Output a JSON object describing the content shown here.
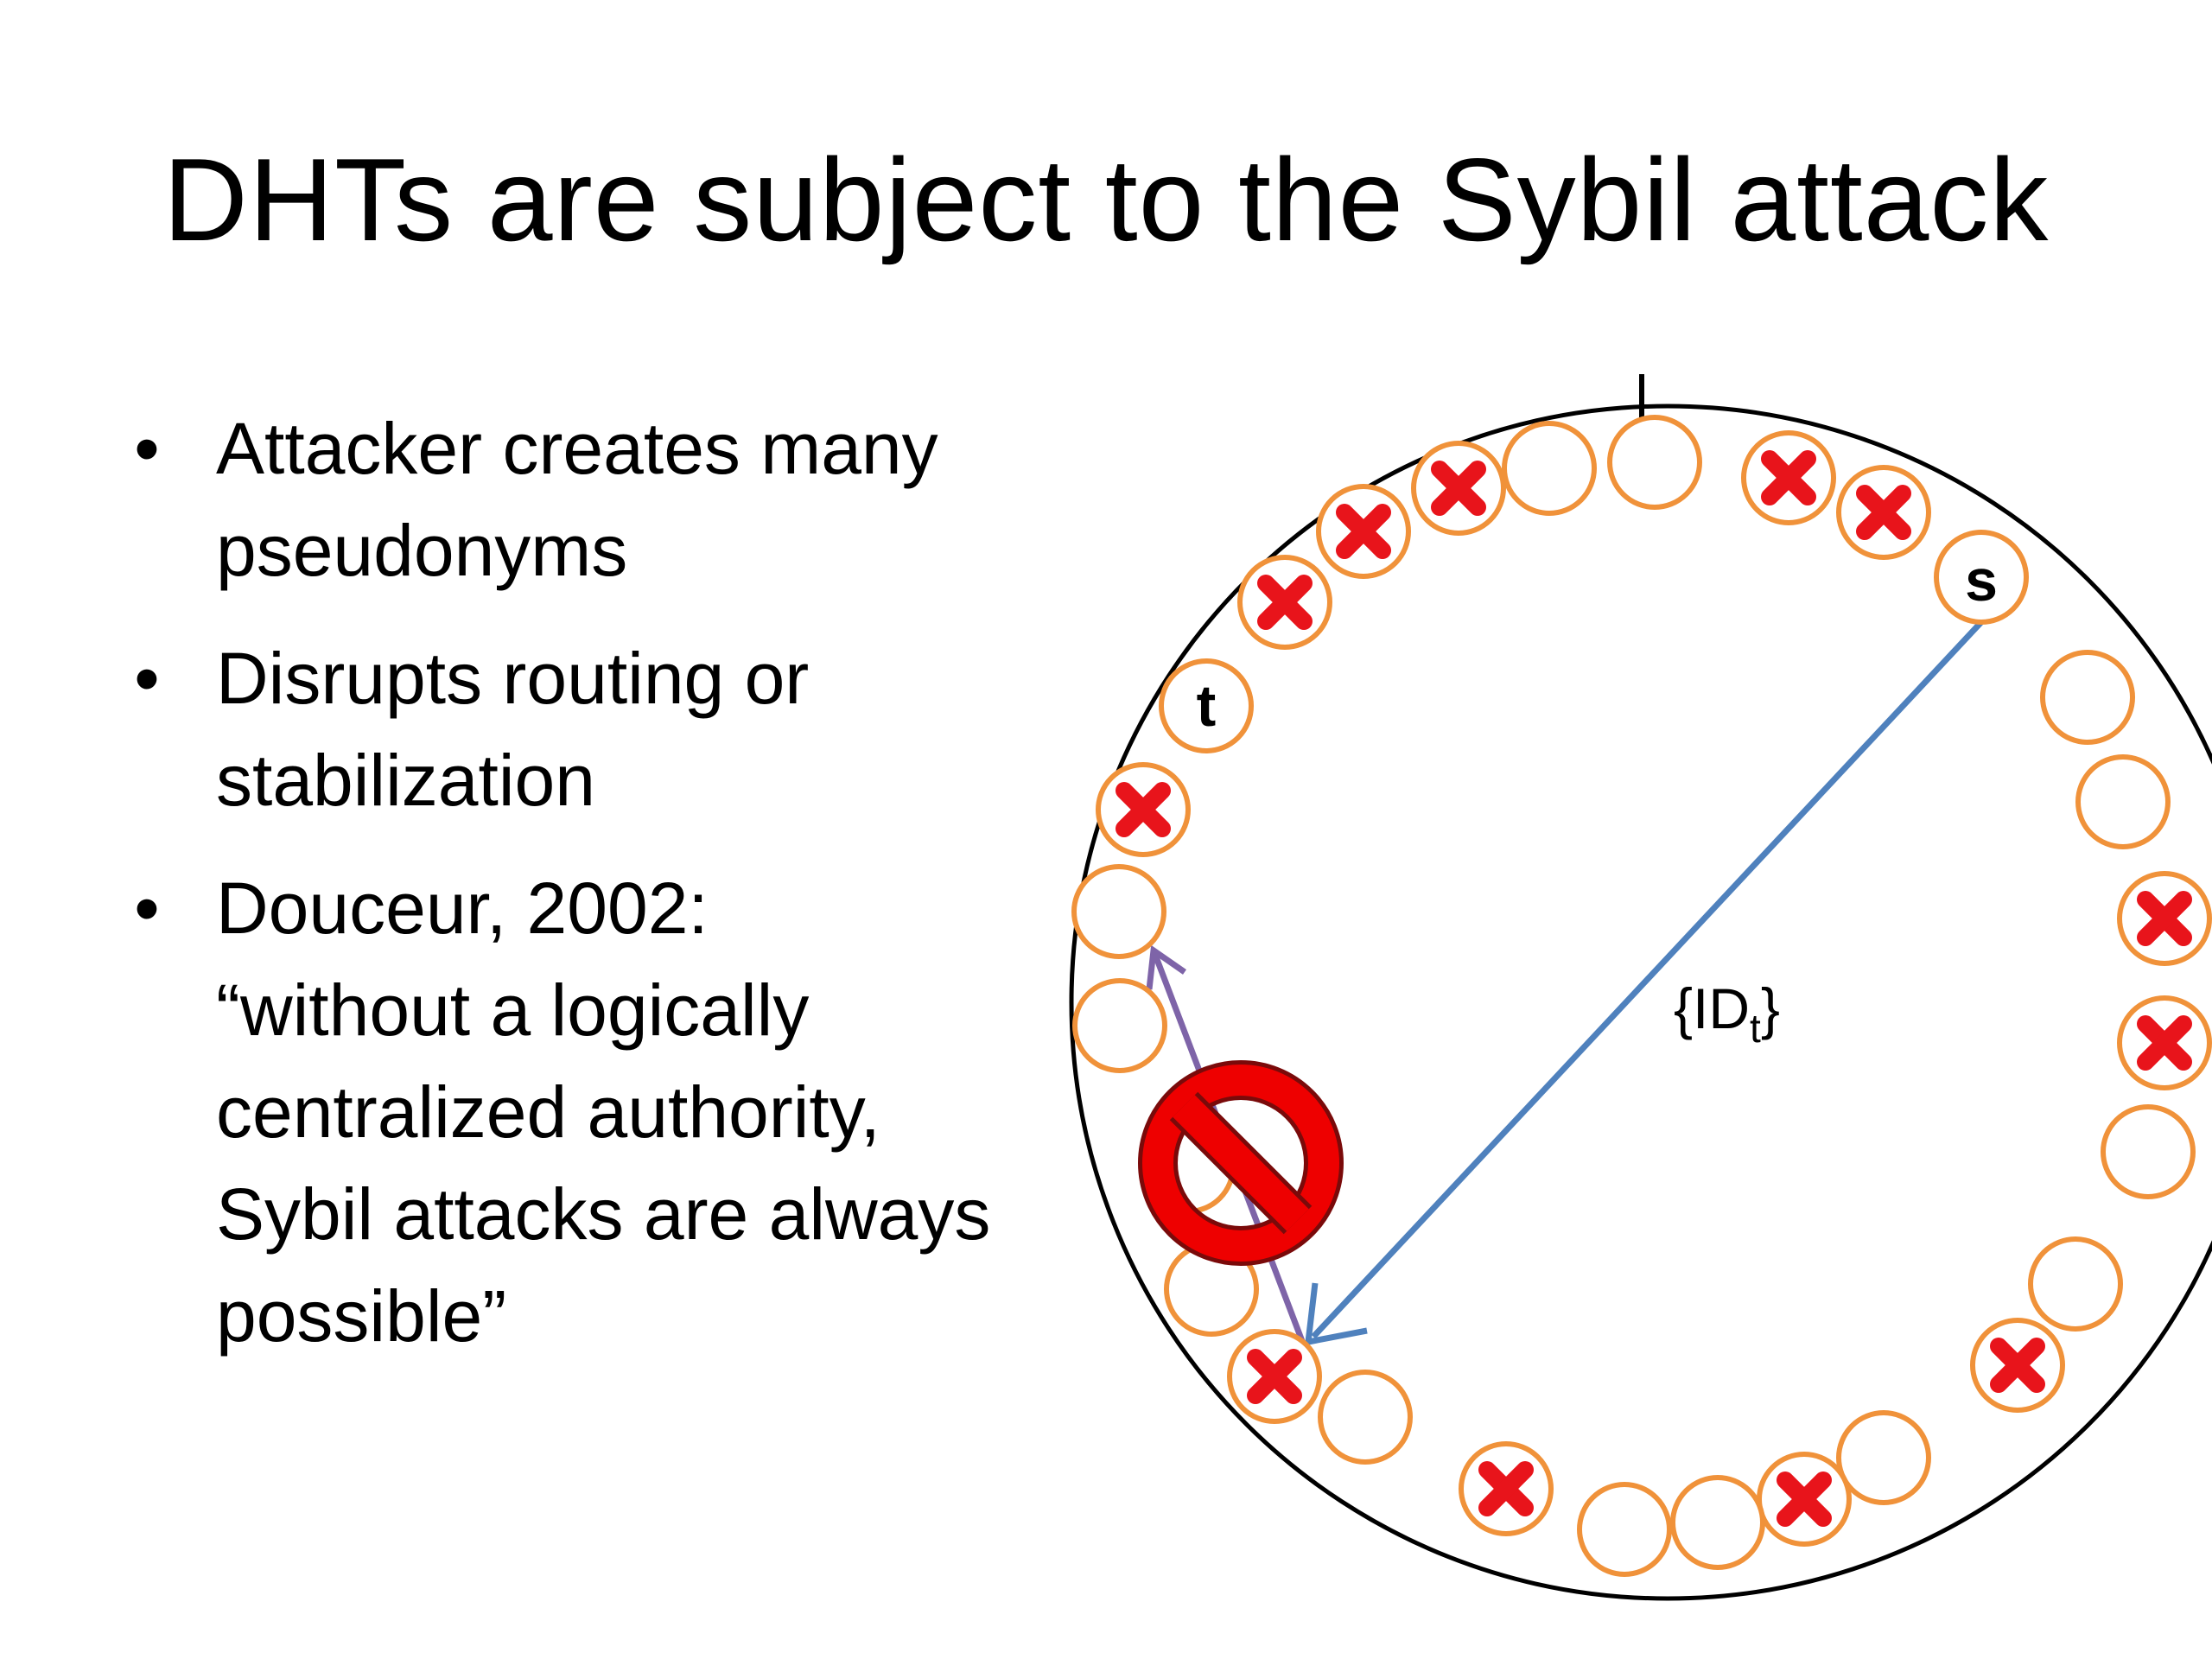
{
  "slide": {
    "title": "DHTs are subject to the Sybil attack",
    "bullets": [
      {
        "symbol": "•",
        "text": "Attacker creates many\npseudonyms"
      },
      {
        "symbol": "•",
        "text": "Disrupts routing or\nstabilization"
      },
      {
        "symbol": "•",
        "text": "Douceur, 2002:\n“without a logically\ncentralized authority,\nSybil attacks are always\npossible”"
      }
    ]
  },
  "diagram": {
    "node_s_label": "s",
    "node_t_label": "t",
    "lookup_label_main": "{ID",
    "lookup_label_sub": "t",
    "lookup_label_end": "}",
    "icons": [
      "sybil-x-icon",
      "prohibited-icon",
      "arrow-icon"
    ],
    "colors": {
      "node_stroke": "#F0923A",
      "sybil_x": "#E8141B",
      "lookup_arrow": "#4F81BD",
      "redirect_arrow": "#7E64A8",
      "prohibit_fill": "#EE0000",
      "prohibit_outline": "#7A0A0A"
    }
  }
}
